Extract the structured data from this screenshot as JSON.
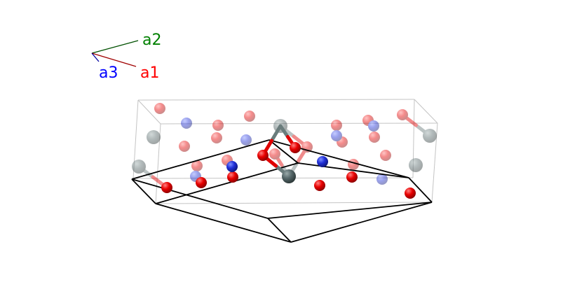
{
  "axes": {
    "a1": {
      "label": "a1",
      "color": "#ff0000",
      "line_color": "#a00000"
    },
    "a2": {
      "label": "a2",
      "color": "#008000",
      "line_color": "#005000"
    },
    "a3": {
      "label": "a3",
      "color": "#0000ff",
      "line_color": "#0000a0"
    }
  },
  "colors": {
    "oxygen": "#e00000",
    "nitrogen": "#2030d0",
    "metal": "#4f6060",
    "cell_primitive": "#000000",
    "cell_conventional": "#c0c0c0"
  }
}
